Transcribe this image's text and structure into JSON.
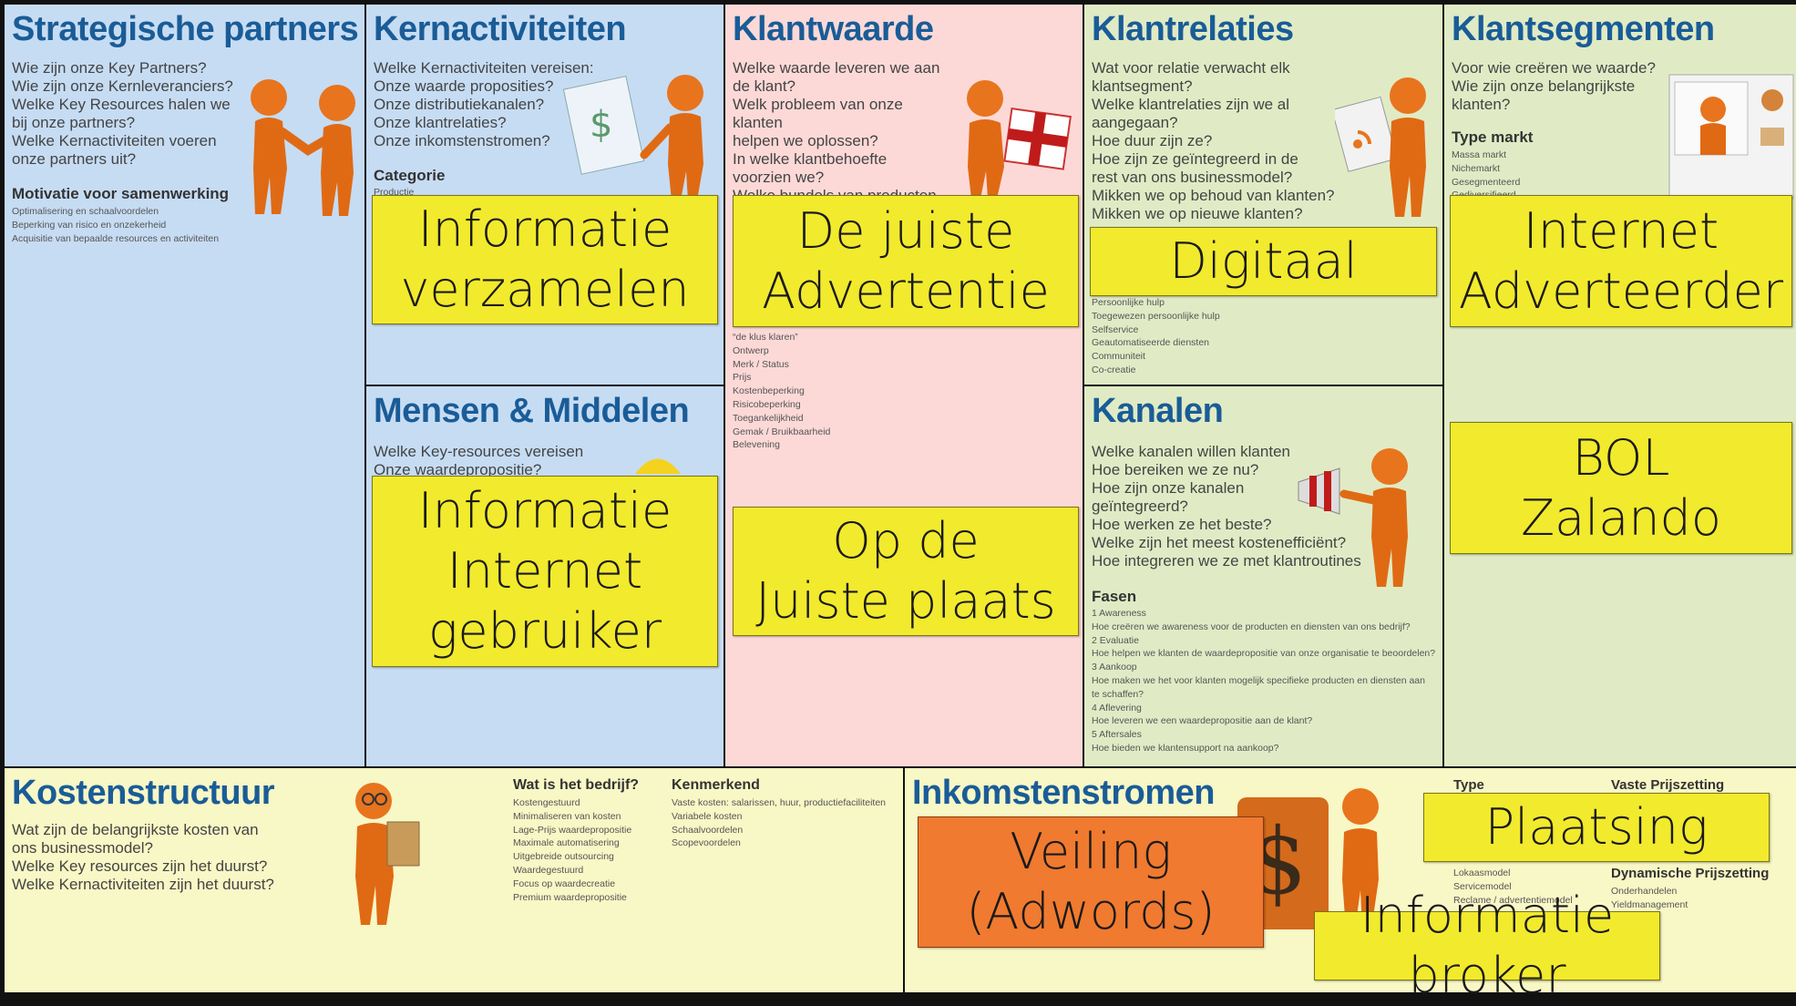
{
  "key_partners": {
    "title": "Strategische partners",
    "questions": "Wie zijn onze Key Partners?\nWie zijn onze Kernleveranciers?\nWelke Key Resources halen we\nbij onze partners?\nWelke Kernactiviteiten voeren\nonze partners uit?",
    "sub": "Motivatie voor samenwerking",
    "items": "Optimalisering en schaalvoordelen\nBeperking van risico en onzekerheid\nAcquisitie van bepaalde resources en activiteiten"
  },
  "key_activities": {
    "title": "Kernactiviteiten",
    "questions": "Welke Kernactiviteiten vereisen:\nOnze waarde proposities?\nOnze distributiekanalen?\nOnze klantrelaties?\nOnze inkomstenstromen?",
    "sub": "Categorie",
    "items": "Productie",
    "sticky": "Informatie\nverzamelen"
  },
  "key_resources": {
    "title": "Mensen & Middelen",
    "questions": "Welke Key-resources vereisen\nOnze waardepropositie?",
    "sticky": "Informatie\nInternet\ngebruiker"
  },
  "value": {
    "title": "Klantwaarde",
    "questions": "Welke waarde leveren we aan\nde klant?\nWelk probleem van onze\nklanten\nhelpen we oplossen?\nIn welke klantbehoefte\nvoorzien we?\nWelke bundels van producten",
    "items": "“de klus klaren”\nOntwerp\nMerk / Status\nPrijs\nKostenbeperking\nRisicobeperking\nToegankelijkheid\nGemak / Bruikbaarheid\nBelevening",
    "sticky1": "De juiste\nAdvertentie",
    "sticky2": "Op de\nJuiste plaats"
  },
  "relations": {
    "title": "Klantrelaties",
    "questions": "Wat voor relatie verwacht elk\nklantsegment?\nWelke klantrelaties zijn we al\naangegaan?\nHoe duur zijn ze?\nHoe zijn ze geïntegreerd in de\nrest van ons businessmodel?\nMikken we op behoud van klanten?\nMikken we op nieuwe klanten?",
    "items": "Persoonlijke hulp\nToegewezen persoonlijke hulp\nSelfservice\nGeautomatiseerde diensten\nCommuniteit\nCo-creatie",
    "sticky": "Digitaal"
  },
  "channels": {
    "title": "Kanalen",
    "questions": "Welke kanalen willen klanten\nHoe bereiken we ze nu?\nHoe zijn onze kanalen\ngeïntegreerd?\nHoe werken ze het beste?\nWelke zijn het meest kostenefficiënt?\nHoe integreren we ze met klantroutines",
    "sub": "Fasen",
    "items": "1 Awareness\n    Hoe creëren we awareness voor de producten en diensten van ons bedrijf?\n2 Evaluatie\n    Hoe helpen we klanten de waardepropositie van onze organisatie te beoordelen?\n3 Aankoop\n    Hoe maken we het voor klanten mogelijk specifieke producten en diensten aan\n    te schaffen?\n4 Aflevering\n    Hoe leveren we een waardepropositie aan de klant?\n5 Aftersales\n    Hoe bieden we klantensupport na aankoop?"
  },
  "segments": {
    "title": "Klantsegmenten",
    "questions": "Voor wie creëren we waarde?\nWie zijn onze belangrijkste\nklanten?",
    "sub": "Type markt",
    "items": "Massa markt\nNichemarkt\nGesegmenteerd\nGediversifieerd",
    "sticky1": "Internet\nAdverteerder",
    "sticky2": "BOL\nZalando"
  },
  "costs": {
    "title": "Kostenstructuur",
    "questions": "Wat zijn de belangrijkste kosten van\nons businessmodel?\nWelke Key resources zijn het duurst?\nWelke Kernactiviteiten zijn het duurst?",
    "sub1": "Wat is het bedrijf?",
    "items1": "Kostengestuurd\n    Minimaliseren van kosten\n    Lage-Prijs waardepropositie\n    Maximale automatisering\n    Uitgebreide outsourcing\nWaardegestuurd\n    Focus op waardecreatie\n    Premium waardepropositie",
    "sub2": "Kenmerkend",
    "items2": "Vaste kosten: salarissen, huur, productiefaciliteiten\nVariabele kosten\nSchaalvoordelen\nScopevoordelen"
  },
  "revenue": {
    "title": "Inkomstenstromen",
    "sub1": "Type",
    "items1": "Lokaasmodel\nServicemodel\nReclame / advertentiemodel",
    "sub2": "Vaste Prijszetting",
    "sub3": "Dynamische Prijszetting",
    "items3": "Onderhandelen\nYieldmanagement",
    "sticky1": "Veiling\n(Adwords)",
    "sticky2": "Plaatsing",
    "sticky3": "Informatie broker"
  }
}
